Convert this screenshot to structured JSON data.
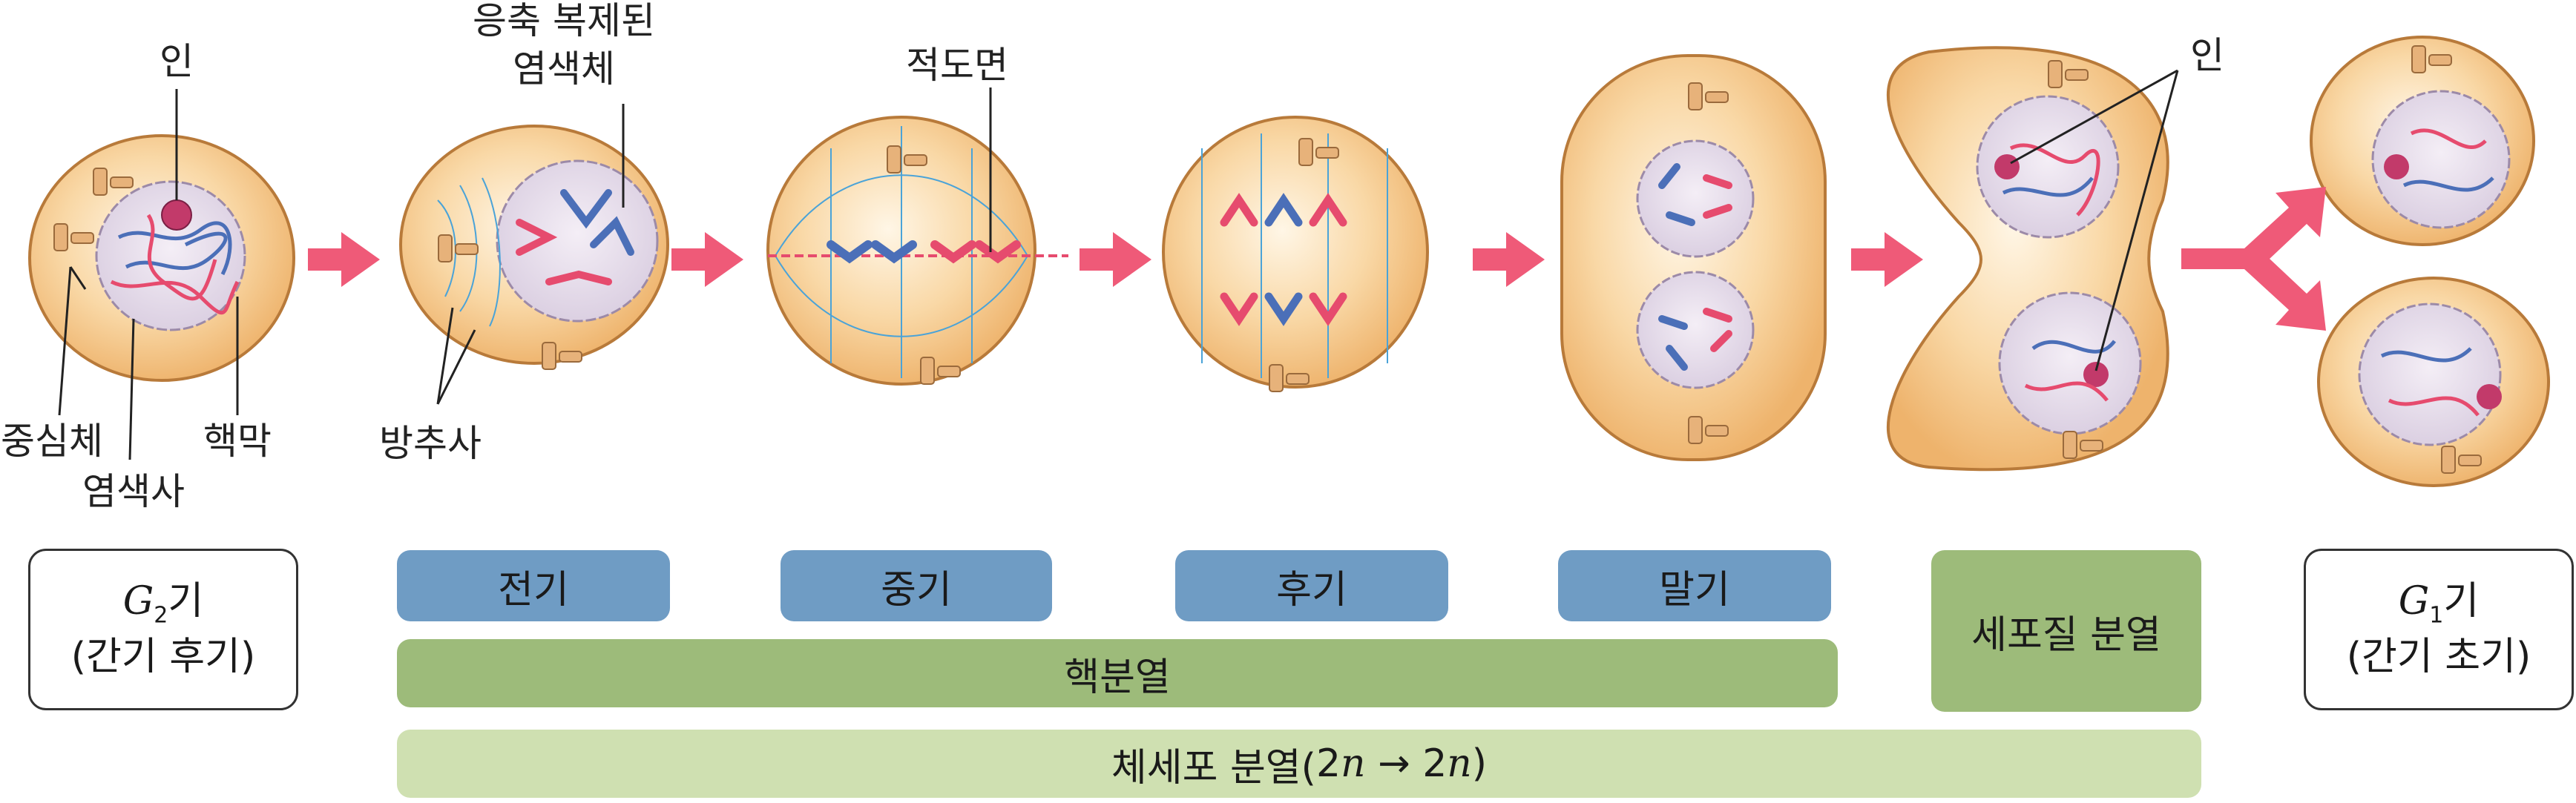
{
  "callouts": {
    "nucleolus_g2": "인",
    "condensed_chromosome_line1": "응축 복제된",
    "condensed_chromosome_line2": "염색체",
    "metaphase_plate": "적도면",
    "nucleolus_telophase": "인",
    "centrosome": "중심체",
    "nuclear_membrane": "핵막",
    "chromatin": "염색사",
    "spindle_fiber": "방추사"
  },
  "stages": {
    "g2": {
      "letter": "G",
      "subscript": "2",
      "suffix": "기",
      "detail": "(간기 후기)"
    },
    "g1": {
      "letter": "G",
      "subscript": "1",
      "suffix": "기",
      "detail": "(간기 초기)"
    }
  },
  "phases": {
    "prophase": "전기",
    "metaphase": "중기",
    "anaphase": "후기",
    "telophase": "말기",
    "cytokinesis": "세포질 분열"
  },
  "karyokinesis": "핵분열",
  "somatic_division": {
    "prefix": "체세포 분열(",
    "from_num": "2",
    "from_var": "n",
    "arrow": " → ",
    "to_num": "2",
    "to_var": "n",
    "suffix": ")"
  },
  "colors": {
    "cell_fill": "#f6c98a",
    "cell_edge": "#b87a3a",
    "nucleus_fill": "#e6dcea",
    "chromosome_red": "#e64b6e",
    "chromosome_blue": "#4b6fb8",
    "spindle": "#4aa3d8",
    "arrow": "#ef5a78",
    "phase_bar": "#6f9cc4",
    "karyo_bar": "#9dbb7a",
    "somatic_bar": "#cfe0b1"
  }
}
